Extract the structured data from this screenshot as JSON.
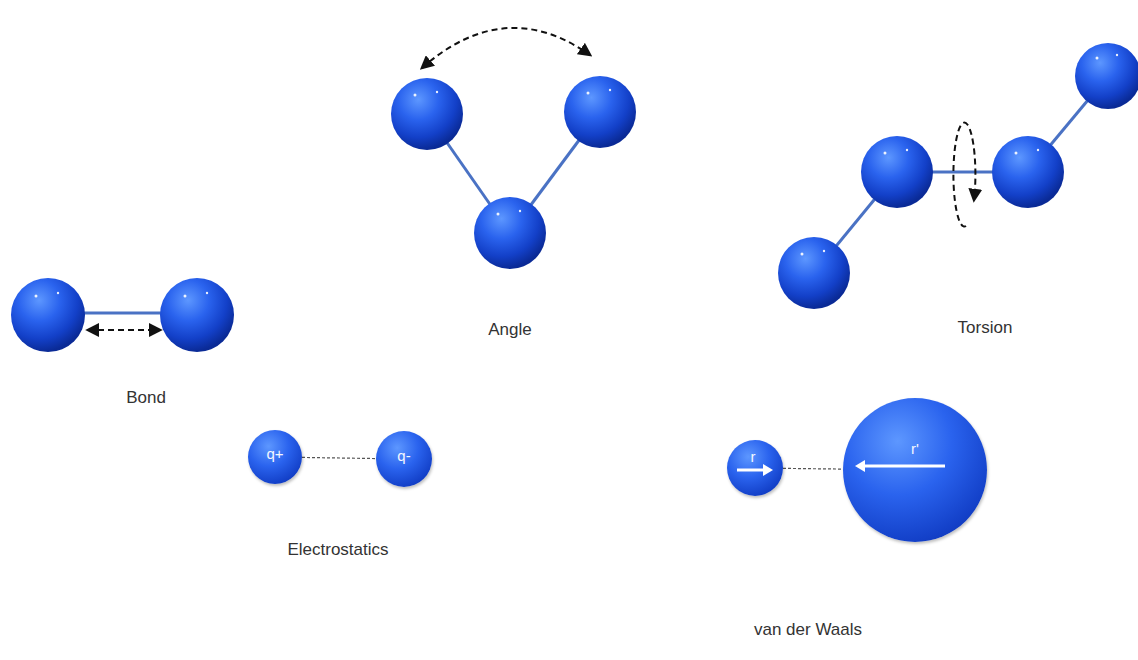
{
  "diagram": {
    "nodes": [
      {
        "text": [
          "q+"
        ]
      },
      {
        "text": [
          "q-"
        ]
      },
      {
        "text": [
          "r"
        ]
      },
      {
        "text": [
          "r'"
        ]
      }
    ],
    "edges": [
      {
        "from": 0,
        "to": 1,
        "arrow": "none"
      },
      {
        "from": 2,
        "to": 3,
        "arrow": "none"
      }
    ],
    "labels": [
      "Bond",
      "Angle",
      "Torsion",
      "Electrostatics",
      "van der Waals"
    ]
  }
}
